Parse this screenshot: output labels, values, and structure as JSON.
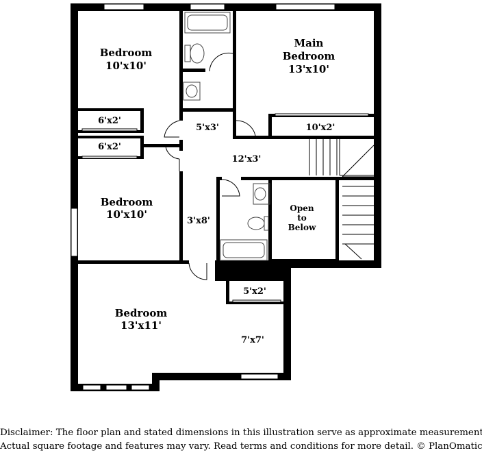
{
  "rooms": {
    "bedroom_top_left": {
      "name": "Bedroom",
      "size": "10'x10'"
    },
    "main_bedroom": {
      "name_line1": "Main",
      "name_line2": "Bedroom",
      "size": "13'x10'"
    },
    "bedroom_mid_left": {
      "name": "Bedroom",
      "size": "10'x10'"
    },
    "bedroom_bottom": {
      "name": "Bedroom",
      "size": "13'x11'"
    },
    "open_to_below": {
      "line1": "Open",
      "line2": "to",
      "line3": "Below"
    },
    "closet_a": {
      "size": "6'x2'"
    },
    "closet_b": {
      "size": "6'x2'"
    },
    "closet_main": {
      "size": "10'x2'"
    },
    "hall_small": {
      "size": "5'x3'"
    },
    "hall_main": {
      "size": "12'x3'"
    },
    "hall_vertical": {
      "size": "3'x8'"
    },
    "closet_bottom": {
      "size": "5'x2'"
    },
    "walk_in": {
      "size": "7'x7'"
    }
  },
  "disclaimer": {
    "line1": "Disclaimer: The floor plan and stated dimensions in this illustration serve as approximate measurements.",
    "line2": "Actual square footage and features may vary. Read terms and conditions for more detail. © PlanOmatic"
  },
  "colors": {
    "wall": "#000000",
    "background": "#ffffff",
    "fixture": "#444444"
  }
}
